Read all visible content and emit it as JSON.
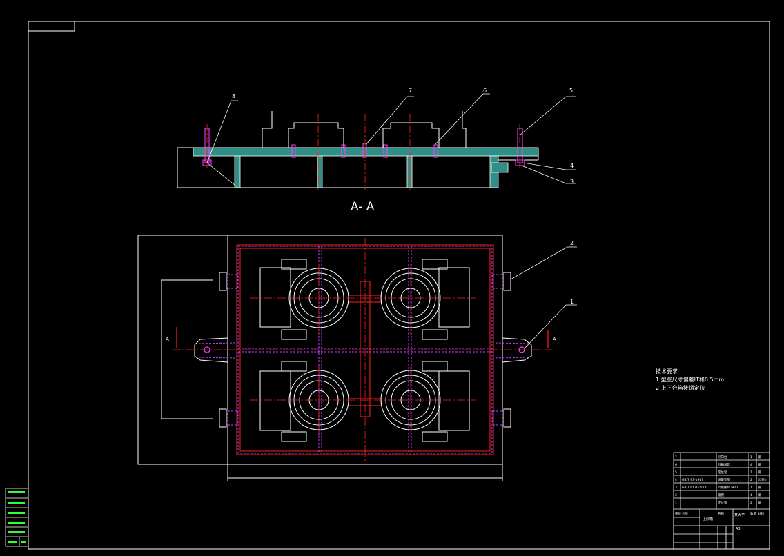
{
  "colors": {
    "background": "#000000",
    "outline": "#ffffff",
    "section_fill": "#2f8f86",
    "centerline": "#ff2020",
    "hidden": "#c040ff",
    "title_block": "#ffffff",
    "magenta": "#ff40ff",
    "yellow": "#ffff40",
    "green": "#30ff30"
  },
  "section_view": {
    "label": "A- A",
    "balloons": [
      "8",
      "7",
      "6",
      "5",
      "4",
      "3"
    ]
  },
  "plan_view": {
    "balloons": [
      "2",
      "1"
    ],
    "section_marks": [
      "A",
      "A"
    ]
  },
  "tech_notes": {
    "heading": "技术要求",
    "lines": [
      "1.型腔尺寸偏差IT和0.5mm",
      "2.上下合箱按销定位"
    ]
  },
  "bom_rows": [
    {
      "no": "7",
      "code": "",
      "name": "导向柱",
      "qty": "1",
      "mat": "钢"
    },
    {
      "no": "6",
      "code": "",
      "name": "砂箱吊耳",
      "qty": "4",
      "mat": "钢"
    },
    {
      "no": "5",
      "code": "",
      "name": "定位套",
      "qty": "1",
      "mat": "钢"
    },
    {
      "no": "4",
      "code": "GB/T 93-1987",
      "name": "弹簧垫圈",
      "qty": "2",
      "mat": "65Mn"
    },
    {
      "no": "3",
      "code": "GB/T 6170-2000",
      "name": "六角螺母 M20",
      "qty": "1",
      "mat": "钢"
    },
    {
      "no": "2",
      "code": "",
      "name": "箱把",
      "qty": "4",
      "mat": "钢"
    },
    {
      "no": "1",
      "code": "",
      "name": "定位销",
      "qty": "2",
      "mat": "钢"
    }
  ],
  "bom_header": {
    "no": "序号",
    "code": "代号",
    "name": "名称",
    "qty": "数量",
    "mat": "材料"
  },
  "title_block": {
    "part_name": "上砂箱",
    "school": "某大学",
    "sheet_code": "A3"
  }
}
